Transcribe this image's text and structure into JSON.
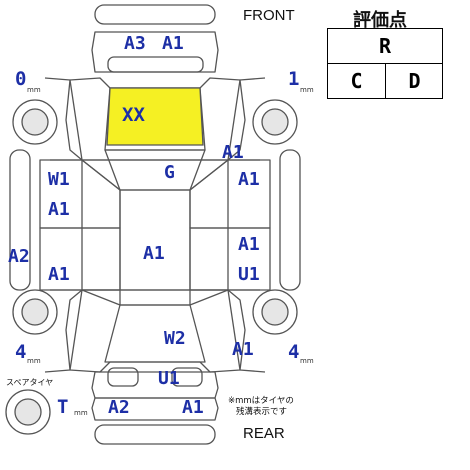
{
  "header": {
    "front": "FRONT",
    "rear": "REAR",
    "grade_title": "評価点"
  },
  "grade": {
    "overall": "R",
    "interior": "C",
    "exterior": "D"
  },
  "tires": {
    "front_left": "0",
    "front_right": "1",
    "rear_left": "4",
    "rear_right": "4",
    "spare": "T",
    "unit": "mm",
    "spare_label": "スペアタイヤ"
  },
  "note": {
    "line1": "※mmはタイヤの",
    "line2": "残溝表示です"
  },
  "damage": {
    "front_bumper_1": "A3",
    "front_bumper_2": "A1",
    "hood": "XX",
    "windshield": "G",
    "fender_right": "A1",
    "front_left_door": "W1",
    "front_left_door_2": "A1",
    "front_right_door": "A1",
    "roof": "A1",
    "rear_left_door": "A2",
    "rear_left_door_2": "A1",
    "rear_right_door": "A1",
    "rear_right_door_2": "U1",
    "rear_glass": "W2",
    "rear_quarter_right": "A1",
    "trunk": "U1",
    "rear_bumper_1": "A2",
    "rear_bumper_2": "A1"
  },
  "colors": {
    "label": "#1d2fa6",
    "highlight": "#f5f023",
    "line": "#555555"
  }
}
